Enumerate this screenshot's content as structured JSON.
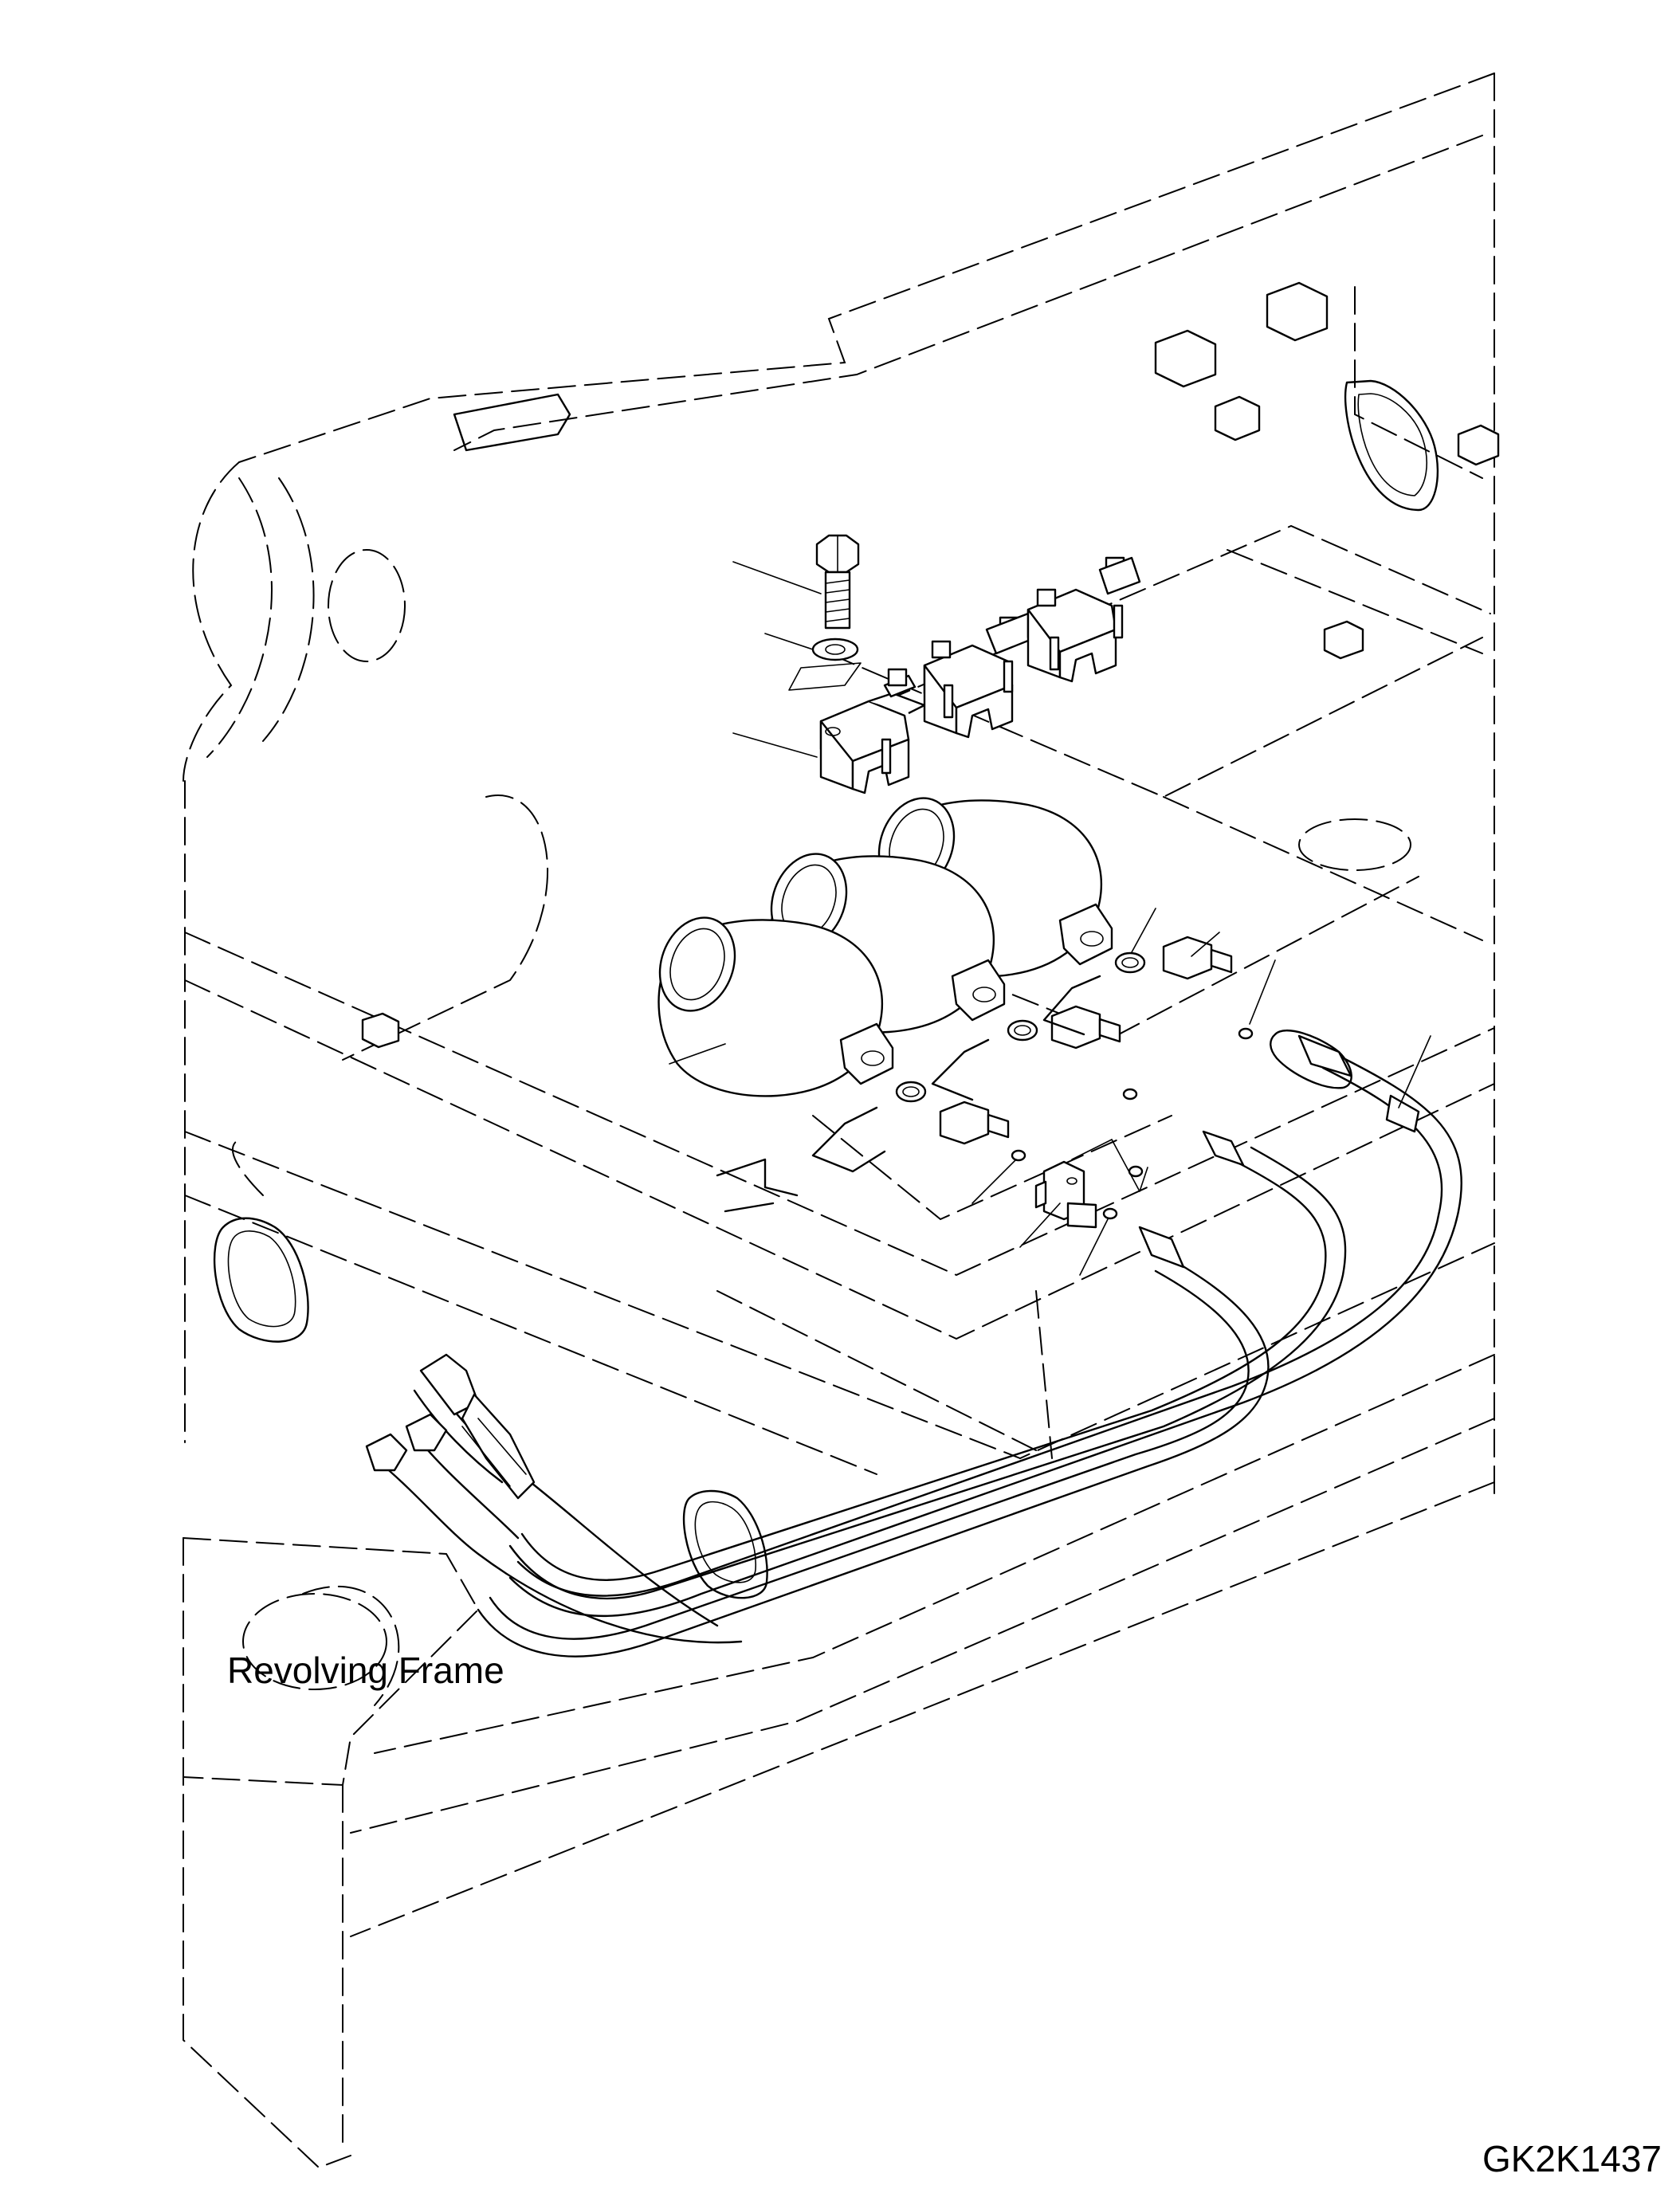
{
  "caption": "Revolving Frame",
  "drawing_code": "GK2K1437",
  "colors": {
    "ink": "#000000",
    "paper": "#ffffff"
  },
  "icons": [
    "accumulator",
    "bolt",
    "washer",
    "clamp-bracket",
    "elbow-fitting",
    "o-ring",
    "hose"
  ]
}
